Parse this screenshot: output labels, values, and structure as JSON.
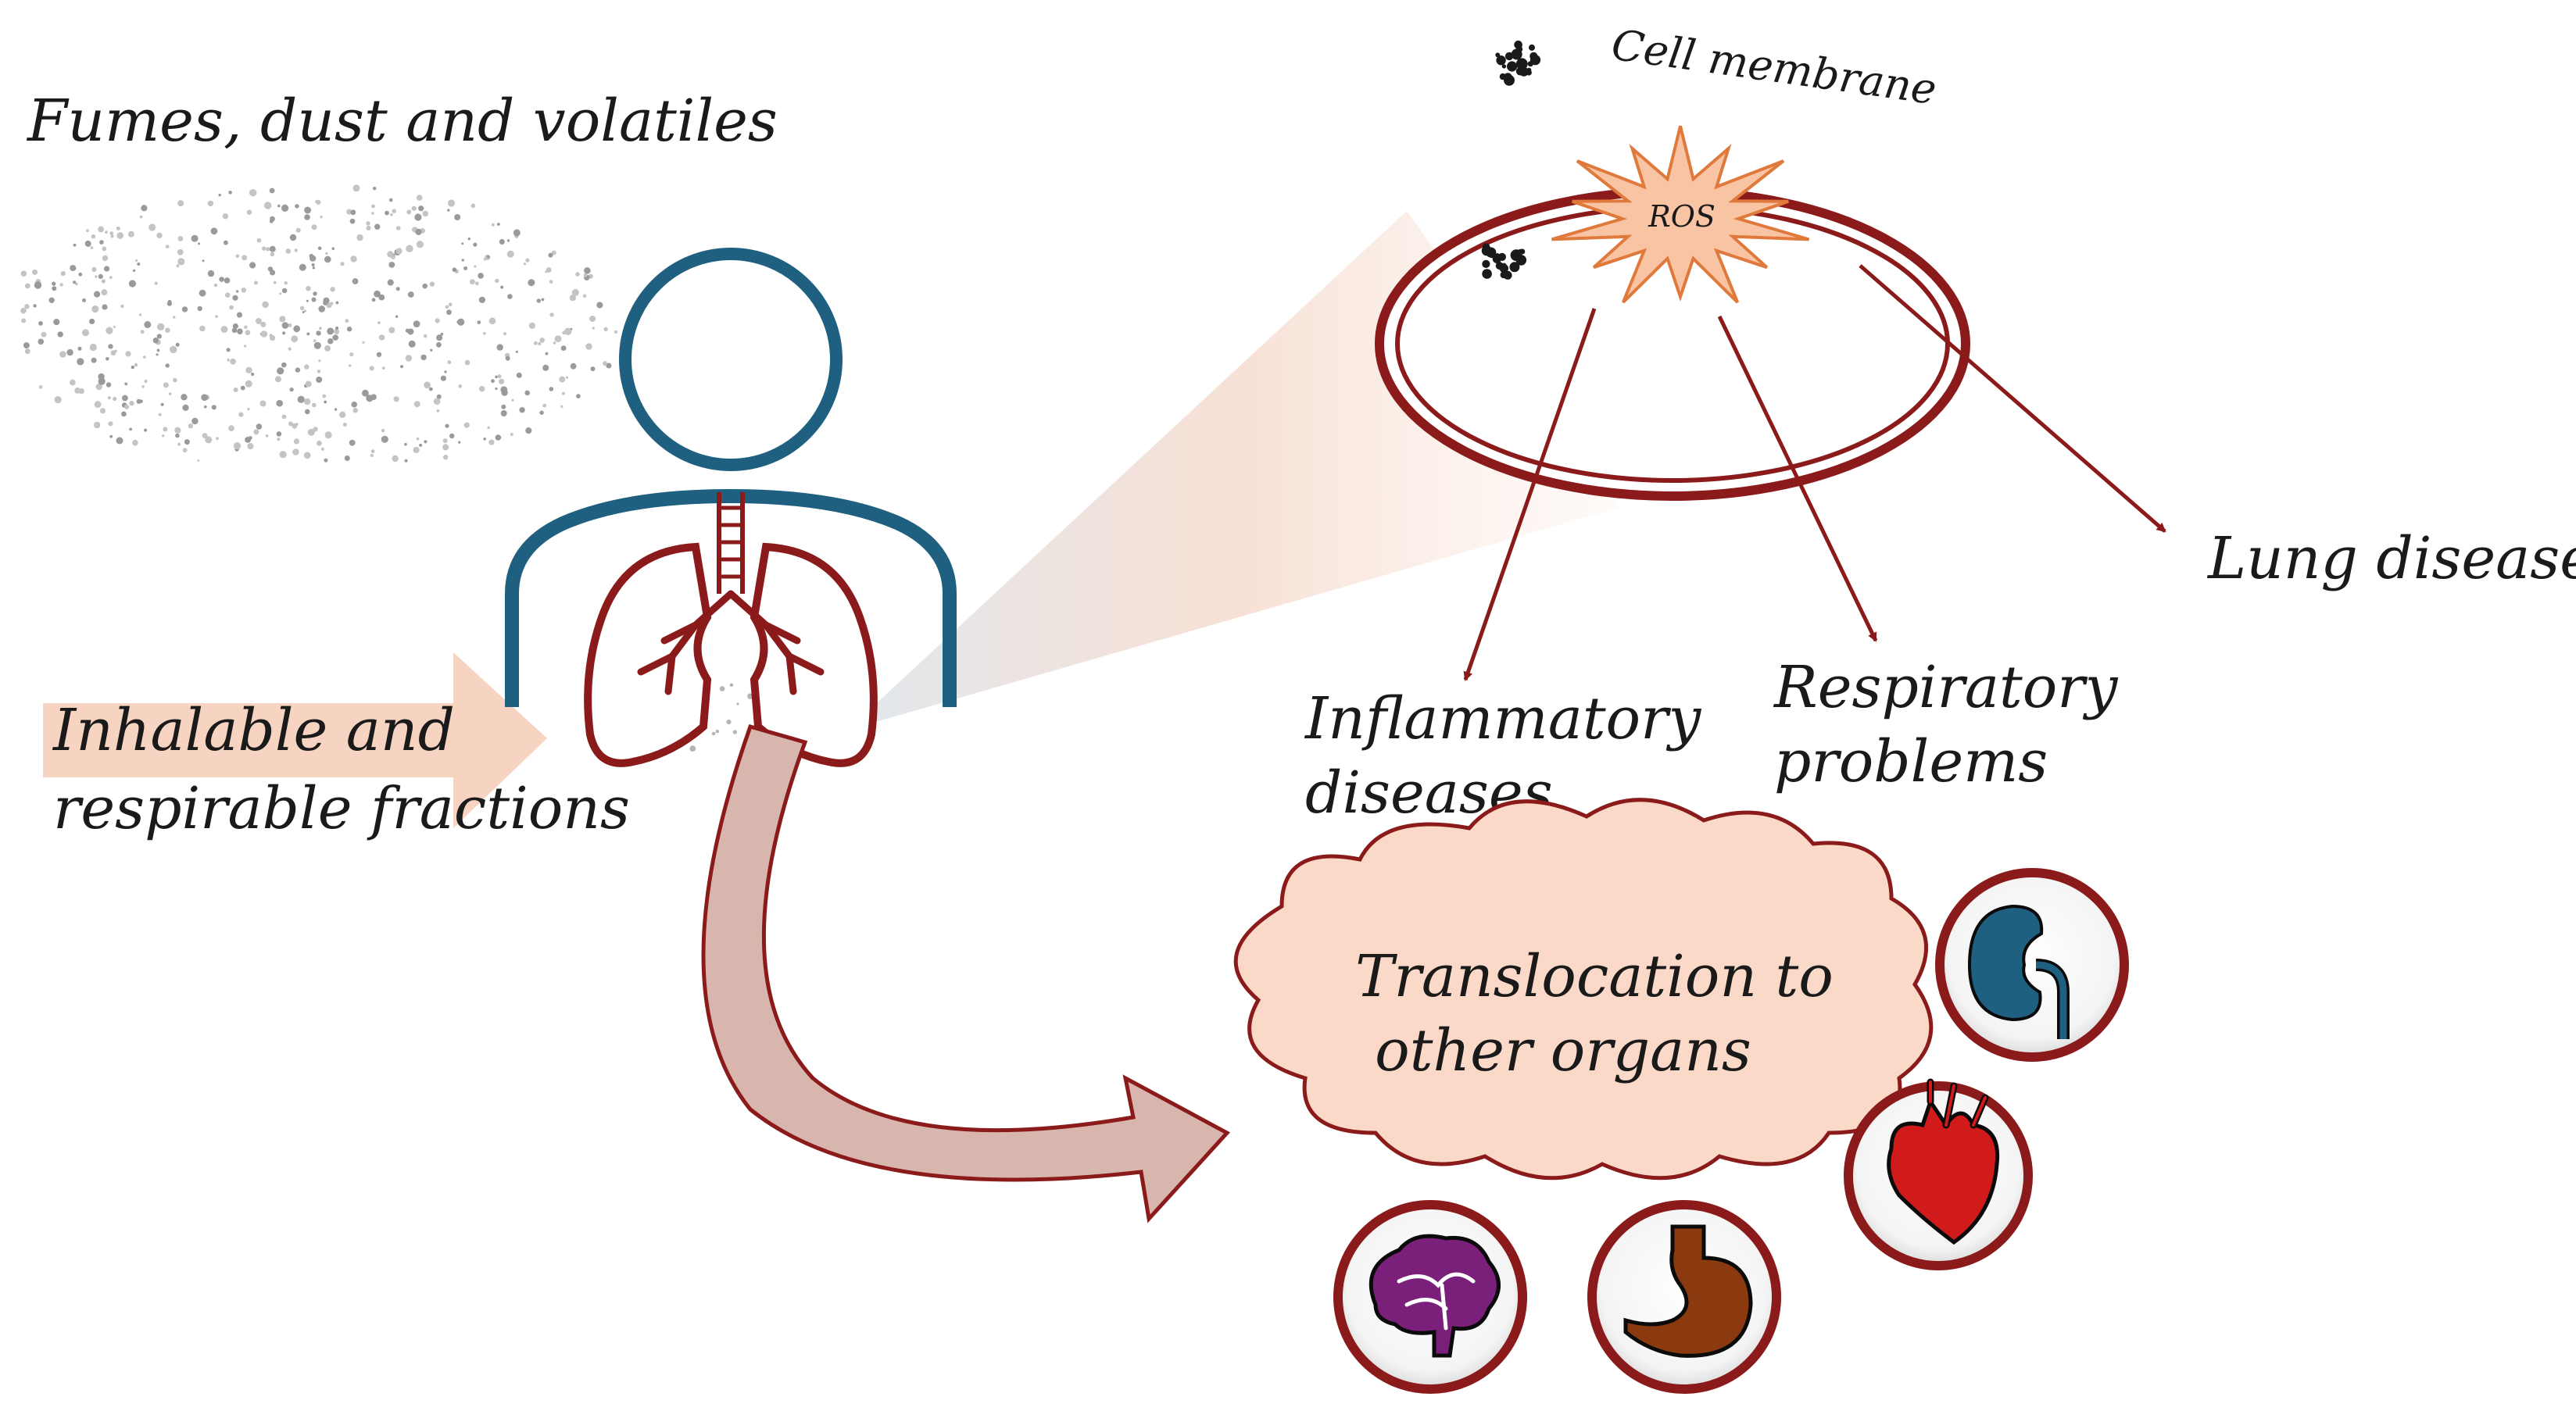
{
  "labels": {
    "fumes": "Fumes, dust and volatiles",
    "cell_membrane": "Cell membrane",
    "ros": "ROS",
    "inhalable_line1": "Inhalable and",
    "inhalable_line2": "respirable fractions",
    "lung_diseases": "Lung diseases",
    "inflammatory_line1": "Inflammatory",
    "inflammatory_line2": "diseases",
    "respiratory_line1": "Respiratory",
    "respiratory_line2": "problems",
    "translocation_line1": "Translocation to",
    "translocation_line2": "other organs"
  },
  "colors": {
    "body_outline": "#1f5f80",
    "lung_red": "#8b1a1a",
    "cell_ring": "#8b1a1a",
    "ros_fill": "#f8c4a4",
    "ros_stroke": "#e07a3c",
    "arrow_pink": "#f7d4c2",
    "cloud_fill": "#fbd9c8",
    "kidney": "#1f5f80",
    "heart": "#d11a1a",
    "stomach": "#8b3a10",
    "brain": "#7a1f7a"
  },
  "icons": [
    "kidney-icon",
    "heart-icon",
    "stomach-icon",
    "brain-icon"
  ]
}
